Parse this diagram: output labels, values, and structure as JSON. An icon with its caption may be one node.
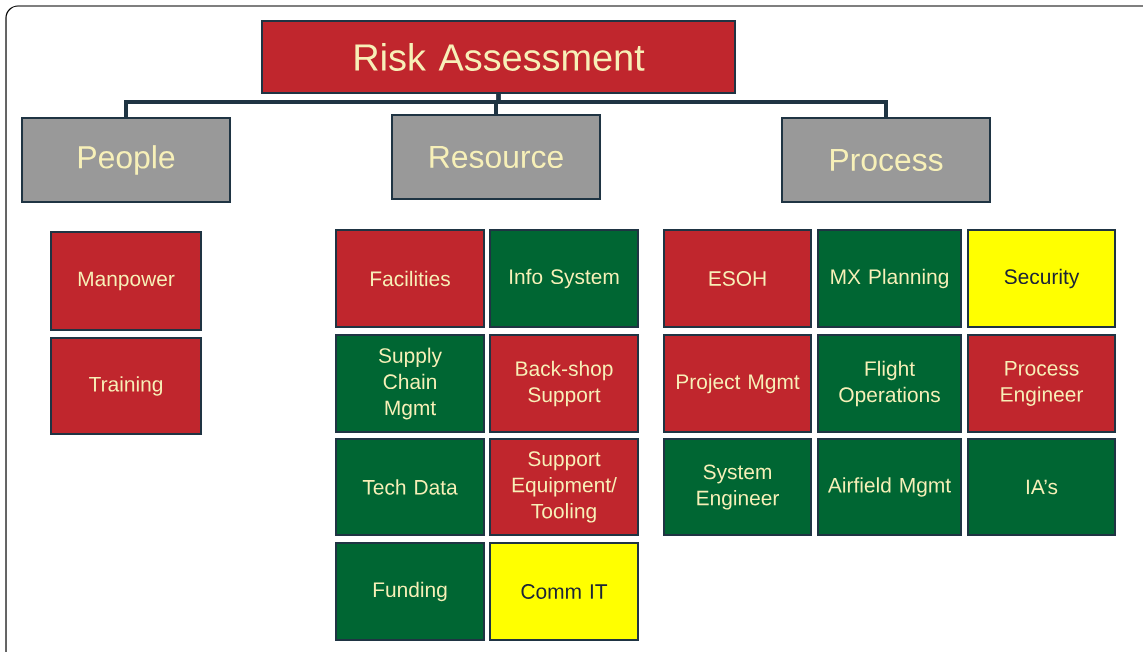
{
  "diagram": {
    "nodes": [
      {
        "text": [
          "Risk Assessment"
        ]
      },
      {
        "text": [
          "People"
        ]
      },
      {
        "text": [
          "Resource"
        ]
      },
      {
        "text": [
          "Process"
        ]
      },
      {
        "text": [
          "Manpower"
        ]
      },
      {
        "text": [
          "Training"
        ]
      },
      {
        "text": [
          "Facilities"
        ]
      },
      {
        "text": [
          "Info System"
        ]
      },
      {
        "text": [
          "Supply Chain Mgmt"
        ]
      },
      {
        "text": [
          "Back-shop Support"
        ]
      },
      {
        "text": [
          "Tech Data"
        ]
      },
      {
        "text": [
          "Support Equipment/ Tooling"
        ]
      },
      {
        "text": [
          "Funding"
        ]
      },
      {
        "text": [
          "Comm IT"
        ]
      },
      {
        "text": [
          "ESOH"
        ]
      },
      {
        "text": [
          "MX Planning"
        ]
      },
      {
        "text": [
          "Security"
        ]
      },
      {
        "text": [
          "Project Mgmt"
        ]
      },
      {
        "text": [
          "Flight Operations"
        ]
      },
      {
        "text": [
          "Process Engineer"
        ]
      },
      {
        "text": [
          "System Engineer"
        ]
      },
      {
        "text": [
          "Airfield Mgmt"
        ]
      },
      {
        "text": [
          "IA’s"
        ]
      }
    ],
    "edges": [
      {
        "from": 0,
        "to": 1,
        "arrow": "none"
      },
      {
        "from": 0,
        "to": 2,
        "arrow": "none"
      },
      {
        "from": 0,
        "to": 3,
        "arrow": "none"
      }
    ]
  }
}
